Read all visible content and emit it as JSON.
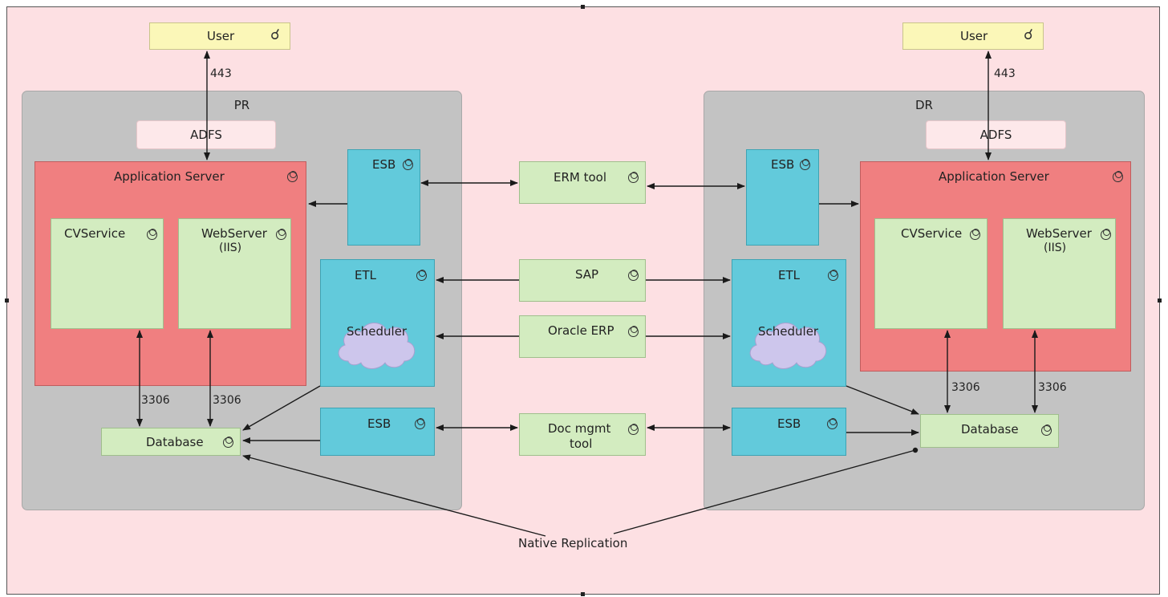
{
  "user_left": "User",
  "user_right": "User",
  "port_443": "443",
  "zone_pr": "PR",
  "zone_dr": "DR",
  "adfs": "ADFS",
  "application_server": "Application Server",
  "cvservice": "CVService",
  "webserver": "WebServer",
  "webserver_sub": "(IIS)",
  "database": "Database",
  "port_3306": "3306",
  "esb": "ESB",
  "etl": "ETL",
  "scheduler": "Scheduler",
  "erm_tool": "ERM tool",
  "sap": "SAP",
  "oracle_erp": "Oracle ERP",
  "doc_mgmt_line1": "Doc mgmt",
  "doc_mgmt_line2": "tool",
  "native_replication": "Native Replication",
  "colors": {
    "zone": "#c3c3c3",
    "application_server": "#f07f80",
    "integration": "#62cadb",
    "component": "#d3ecc0",
    "actor": "#fbf7b8",
    "background": "#fde0e3"
  },
  "icons": [
    "actor-icon",
    "service-icon",
    "cloud-icon"
  ]
}
